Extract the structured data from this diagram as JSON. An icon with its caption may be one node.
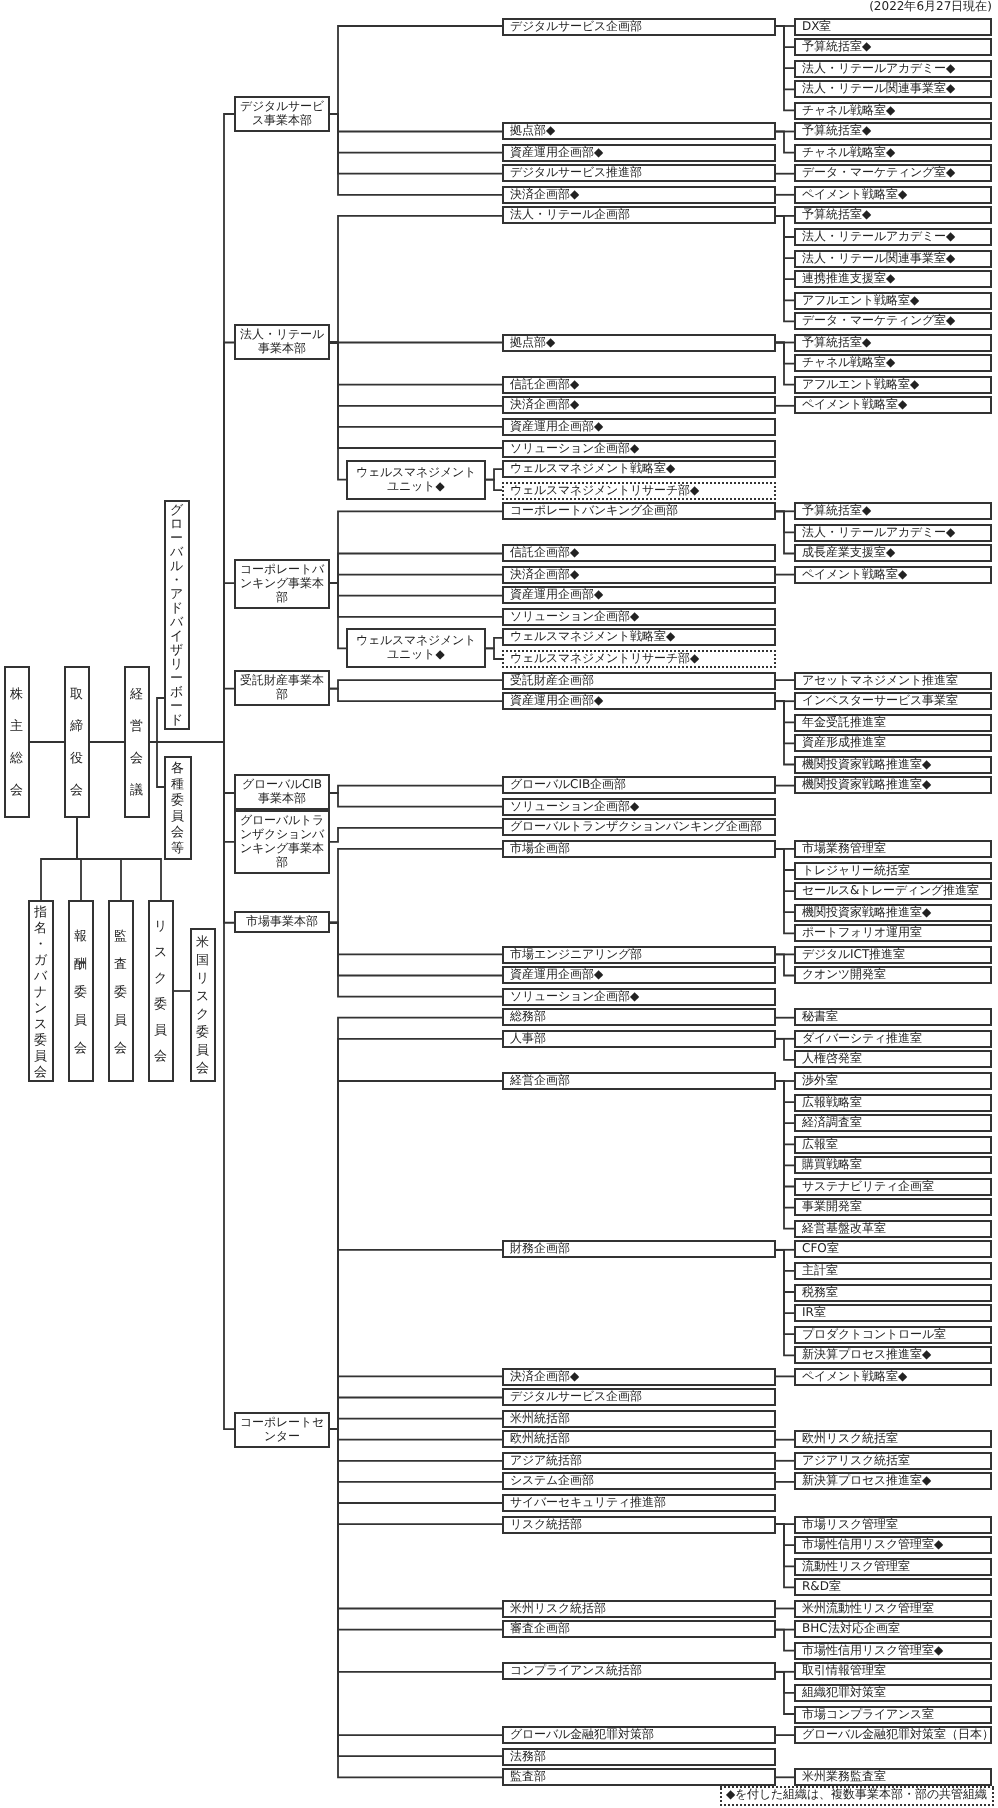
{
  "diagram": {
    "nodes": [
      {
        "text": [
          "株主総会"
        ]
      },
      {
        "text": [
          "取締役会"
        ]
      },
      {
        "text": [
          "経営会議"
        ]
      },
      {
        "text": [
          "グローバル・アドバイザリーボード"
        ]
      },
      {
        "text": [
          "各種委員会等"
        ]
      },
      {
        "text": [
          "指名・ガバナンス委員会"
        ]
      },
      {
        "text": [
          "報酬委員会"
        ]
      },
      {
        "text": [
          "監査委員会"
        ]
      },
      {
        "text": [
          "リスク委員会"
        ]
      },
      {
        "text": [
          "米国リスク委員会"
        ]
      },
      {
        "text": [
          "デジタルサービス事業本部"
        ]
      },
      {
        "text": [
          "デジタルサービス企画部"
        ]
      },
      {
        "text": [
          "DX室"
        ]
      },
      {
        "text": [
          "予算統括室◆"
        ]
      },
      {
        "text": [
          "法人・リテールアカデミー◆"
        ]
      },
      {
        "text": [
          "法人・リテール関連事業室◆"
        ]
      },
      {
        "text": [
          "チャネル戦略室◆"
        ]
      },
      {
        "text": [
          "拠点部◆"
        ]
      },
      {
        "text": [
          "予算統括室◆"
        ]
      },
      {
        "text": [
          "チャネル戦略室◆"
        ]
      },
      {
        "text": [
          "資産運用企画部◆"
        ]
      },
      {
        "text": [
          "デジタルサービス推進部"
        ]
      },
      {
        "text": [
          "データ・マーケティング室◆"
        ]
      },
      {
        "text": [
          "決済企画部◆"
        ]
      },
      {
        "text": [
          "ペイメント戦略室◆"
        ]
      },
      {
        "text": [
          "法人・リテール事業本部"
        ]
      },
      {
        "text": [
          "法人・リテール企画部"
        ]
      },
      {
        "text": [
          "予算統括室◆"
        ]
      },
      {
        "text": [
          "法人・リテールアカデミー◆"
        ]
      },
      {
        "text": [
          "法人・リテール関連事業室◆"
        ]
      },
      {
        "text": [
          "連携推進支援室◆"
        ]
      },
      {
        "text": [
          "アフルエント戦略室◆"
        ]
      },
      {
        "text": [
          "データ・マーケティング室◆"
        ]
      },
      {
        "text": [
          "拠点部◆"
        ]
      },
      {
        "text": [
          "予算統括室◆"
        ]
      },
      {
        "text": [
          "チャネル戦略室◆"
        ]
      },
      {
        "text": [
          "アフルエント戦略室◆"
        ]
      },
      {
        "text": [
          "信託企画部◆"
        ]
      },
      {
        "text": [
          "決済企画部◆"
        ]
      },
      {
        "text": [
          "ペイメント戦略室◆"
        ]
      },
      {
        "text": [
          "資産運用企画部◆"
        ]
      },
      {
        "text": [
          "ソリューション企画部◆"
        ]
      },
      {
        "text": [
          "ウェルスマネジメントユニット◆"
        ]
      },
      {
        "text": [
          "ウェルスマネジメント戦略室◆"
        ]
      },
      {
        "text": [
          "ウェルスマネジメントリサーチ部◆"
        ]
      },
      {
        "text": [
          "コーポレートバンキング事業本部"
        ]
      },
      {
        "text": [
          "コーポレートバンキング企画部"
        ]
      },
      {
        "text": [
          "予算統括室◆"
        ]
      },
      {
        "text": [
          "法人・リテールアカデミー◆"
        ]
      },
      {
        "text": [
          "成長産業支援室◆"
        ]
      },
      {
        "text": [
          "信託企画部◆"
        ]
      },
      {
        "text": [
          "決済企画部◆"
        ]
      },
      {
        "text": [
          "ペイメント戦略室◆"
        ]
      },
      {
        "text": [
          "資産運用企画部◆"
        ]
      },
      {
        "text": [
          "ソリューション企画部◆"
        ]
      },
      {
        "text": [
          "ウェルスマネジメントユニット◆"
        ]
      },
      {
        "text": [
          "ウェルスマネジメント戦略室◆"
        ]
      },
      {
        "text": [
          "ウェルスマネジメントリサーチ部◆"
        ]
      },
      {
        "text": [
          "受託財産事業本部"
        ]
      },
      {
        "text": [
          "受託財産企画部"
        ]
      },
      {
        "text": [
          "アセットマネジメント推進室"
        ]
      },
      {
        "text": [
          "資産運用企画部◆"
        ]
      },
      {
        "text": [
          "インベスターサービス事業室"
        ]
      },
      {
        "text": [
          "年金受託推進室"
        ]
      },
      {
        "text": [
          "資産形成推進室"
        ]
      },
      {
        "text": [
          "機関投資家戦略推進室◆"
        ]
      },
      {
        "text": [
          "グローバルCIB事業本部"
        ]
      },
      {
        "text": [
          "グローバルCIB企画部"
        ]
      },
      {
        "text": [
          "機関投資家戦略推進室◆"
        ]
      },
      {
        "text": [
          "ソリューション企画部◆"
        ]
      },
      {
        "text": [
          "グローバルトランザクションバンキング事業本部"
        ]
      },
      {
        "text": [
          "グローバルトランザクションバンキング企画部"
        ]
      },
      {
        "text": [
          "市場事業本部"
        ]
      },
      {
        "text": [
          "市場企画部"
        ]
      },
      {
        "text": [
          "市場業務管理室"
        ]
      },
      {
        "text": [
          "トレジャリー統括室"
        ]
      },
      {
        "text": [
          "セールス&トレーディング推進室"
        ]
      },
      {
        "text": [
          "機関投資家戦略推進室◆"
        ]
      },
      {
        "text": [
          "ポートフォリオ運用室"
        ]
      },
      {
        "text": [
          "市場エンジニアリング部"
        ]
      },
      {
        "text": [
          "デジタルICT推進室"
        ]
      },
      {
        "text": [
          "クオンツ開発室"
        ]
      },
      {
        "text": [
          "資産運用企画部◆"
        ]
      },
      {
        "text": [
          "ソリューション企画部◆"
        ]
      },
      {
        "text": [
          "コーポレートセンター"
        ]
      },
      {
        "text": [
          "総務部"
        ]
      },
      {
        "text": [
          "秘書室"
        ]
      },
      {
        "text": [
          "人事部"
        ]
      },
      {
        "text": [
          "ダイバーシティ推進室"
        ]
      },
      {
        "text": [
          "人権啓発室"
        ]
      },
      {
        "text": [
          "経営企画部"
        ]
      },
      {
        "text": [
          "渉外室"
        ]
      },
      {
        "text": [
          "広報戦略室"
        ]
      },
      {
        "text": [
          "経済調査室"
        ]
      },
      {
        "text": [
          "広報室"
        ]
      },
      {
        "text": [
          "購買戦略室"
        ]
      },
      {
        "text": [
          "サステナビリティ企画室"
        ]
      },
      {
        "text": [
          "事業開発室"
        ]
      },
      {
        "text": [
          "経営基盤改革室"
        ]
      },
      {
        "text": [
          "財務企画部"
        ]
      },
      {
        "text": [
          "CFO室"
        ]
      },
      {
        "text": [
          "主計室"
        ]
      },
      {
        "text": [
          "税務室"
        ]
      },
      {
        "text": [
          "IR室"
        ]
      },
      {
        "text": [
          "プロダクトコントロール室"
        ]
      },
      {
        "text": [
          "新決算プロセス推進室◆"
        ]
      },
      {
        "text": [
          "決済企画部◆"
        ]
      },
      {
        "text": [
          "ペイメント戦略室◆"
        ]
      },
      {
        "text": [
          "デジタルサービス企画部"
        ]
      },
      {
        "text": [
          "米州統括部"
        ]
      },
      {
        "text": [
          "欧州統括部"
        ]
      },
      {
        "text": [
          "欧州リスク統括室"
        ]
      },
      {
        "text": [
          "アジア統括部"
        ]
      },
      {
        "text": [
          "アジアリスク統括室"
        ]
      },
      {
        "text": [
          "システム企画部"
        ]
      },
      {
        "text": [
          "新決算プロセス推進室◆"
        ]
      },
      {
        "text": [
          "サイバーセキュリティ推進部"
        ]
      },
      {
        "text": [
          "リスク統括部"
        ]
      },
      {
        "text": [
          "市場リスク管理室"
        ]
      },
      {
        "text": [
          "市場性信用リスク管理室◆"
        ]
      },
      {
        "text": [
          "流動性リスク管理室"
        ]
      },
      {
        "text": [
          "R&D室"
        ]
      },
      {
        "text": [
          "米州リスク統括部"
        ]
      },
      {
        "text": [
          "米州流動性リスク管理室"
        ]
      },
      {
        "text": [
          "審査企画部"
        ]
      },
      {
        "text": [
          "BHC法対応企画室"
        ]
      },
      {
        "text": [
          "市場性信用リスク管理室◆"
        ]
      },
      {
        "text": [
          "コンプライアンス統括部"
        ]
      },
      {
        "text": [
          "取引情報管理室"
        ]
      },
      {
        "text": [
          "組織犯罪対策室"
        ]
      },
      {
        "text": [
          "市場コンプライアンス室"
        ]
      },
      {
        "text": [
          "グローバル金融犯罪対策部"
        ]
      },
      {
        "text": [
          "グローバル金融犯罪対策室（日本）"
        ]
      },
      {
        "text": [
          "法務部"
        ]
      },
      {
        "text": [
          "監査部"
        ]
      },
      {
        "text": [
          "米州業務監査室"
        ]
      }
    ],
    "edges": [
      {
        "from": 0,
        "to": 1,
        "arrow": "none"
      },
      {
        "from": 1,
        "to": 2,
        "arrow": "none"
      },
      {
        "from": 2,
        "to": 3,
        "arrow": "none"
      },
      {
        "from": 2,
        "to": 4,
        "arrow": "none"
      },
      {
        "from": 1,
        "to": 5,
        "arrow": "none"
      },
      {
        "from": 1,
        "to": 6,
        "arrow": "none"
      },
      {
        "from": 1,
        "to": 7,
        "arrow": "none"
      },
      {
        "from": 1,
        "to": 8,
        "arrow": "none"
      },
      {
        "from": 8,
        "to": 9,
        "arrow": "none"
      },
      {
        "from": 2,
        "to": 10,
        "arrow": "none"
      },
      {
        "from": 2,
        "to": 25,
        "arrow": "none"
      },
      {
        "from": 2,
        "to": 45,
        "arrow": "none"
      },
      {
        "from": 2,
        "to": 58,
        "arrow": "none"
      },
      {
        "from": 2,
        "to": 66,
        "arrow": "none"
      },
      {
        "from": 2,
        "to": 70,
        "arrow": "none"
      },
      {
        "from": 2,
        "to": 72,
        "arrow": "none"
      },
      {
        "from": 2,
        "to": 84,
        "arrow": "none"
      },
      {
        "from": 10,
        "to": 11,
        "arrow": "none"
      },
      {
        "from": 10,
        "to": 17,
        "arrow": "none"
      },
      {
        "from": 10,
        "to": 20,
        "arrow": "none"
      },
      {
        "from": 10,
        "to": 21,
        "arrow": "none"
      },
      {
        "from": 10,
        "to": 23,
        "arrow": "none"
      },
      {
        "from": 11,
        "to": 12,
        "arrow": "none"
      },
      {
        "from": 11,
        "to": 13,
        "arrow": "none"
      },
      {
        "from": 11,
        "to": 14,
        "arrow": "none"
      },
      {
        "from": 11,
        "to": 15,
        "arrow": "none"
      },
      {
        "from": 11,
        "to": 16,
        "arrow": "none"
      },
      {
        "from": 17,
        "to": 18,
        "arrow": "none"
      },
      {
        "from": 17,
        "to": 19,
        "arrow": "none"
      },
      {
        "from": 21,
        "to": 22,
        "arrow": "none"
      },
      {
        "from": 23,
        "to": 24,
        "arrow": "none"
      },
      {
        "from": 25,
        "to": 26,
        "arrow": "none"
      },
      {
        "from": 25,
        "to": 33,
        "arrow": "none"
      },
      {
        "from": 25,
        "to": 37,
        "arrow": "none"
      },
      {
        "from": 25,
        "to": 38,
        "arrow": "none"
      },
      {
        "from": 25,
        "to": 40,
        "arrow": "none"
      },
      {
        "from": 25,
        "to": 41,
        "arrow": "none"
      },
      {
        "from": 25,
        "to": 42,
        "arrow": "none"
      },
      {
        "from": 26,
        "to": 27,
        "arrow": "none"
      },
      {
        "from": 26,
        "to": 28,
        "arrow": "none"
      },
      {
        "from": 26,
        "to": 29,
        "arrow": "none"
      },
      {
        "from": 26,
        "to": 30,
        "arrow": "none"
      },
      {
        "from": 26,
        "to": 31,
        "arrow": "none"
      },
      {
        "from": 26,
        "to": 32,
        "arrow": "none"
      },
      {
        "from": 33,
        "to": 34,
        "arrow": "none"
      },
      {
        "from": 33,
        "to": 35,
        "arrow": "none"
      },
      {
        "from": 33,
        "to": 36,
        "arrow": "none"
      },
      {
        "from": 38,
        "to": 39,
        "arrow": "none"
      },
      {
        "from": 42,
        "to": 43,
        "arrow": "none"
      },
      {
        "from": 42,
        "to": 44,
        "arrow": "none"
      },
      {
        "from": 45,
        "to": 46,
        "arrow": "none"
      },
      {
        "from": 45,
        "to": 50,
        "arrow": "none"
      },
      {
        "from": 45,
        "to": 51,
        "arrow": "none"
      },
      {
        "from": 45,
        "to": 53,
        "arrow": "none"
      },
      {
        "from": 45,
        "to": 54,
        "arrow": "none"
      },
      {
        "from": 45,
        "to": 55,
        "arrow": "none"
      },
      {
        "from": 46,
        "to": 47,
        "arrow": "none"
      },
      {
        "from": 46,
        "to": 48,
        "arrow": "none"
      },
      {
        "from": 46,
        "to": 49,
        "arrow": "none"
      },
      {
        "from": 51,
        "to": 52,
        "arrow": "none"
      },
      {
        "from": 55,
        "to": 56,
        "arrow": "none"
      },
      {
        "from": 55,
        "to": 57,
        "arrow": "none"
      },
      {
        "from": 58,
        "to": 59,
        "arrow": "none"
      },
      {
        "from": 58,
        "to": 61,
        "arrow": "none"
      },
      {
        "from": 59,
        "to": 60,
        "arrow": "none"
      },
      {
        "from": 61,
        "to": 62,
        "arrow": "none"
      },
      {
        "from": 61,
        "to": 63,
        "arrow": "none"
      },
      {
        "from": 61,
        "to": 64,
        "arrow": "none"
      },
      {
        "from": 61,
        "to": 65,
        "arrow": "none"
      },
      {
        "from": 66,
        "to": 67,
        "arrow": "none"
      },
      {
        "from": 66,
        "to": 69,
        "arrow": "none"
      },
      {
        "from": 67,
        "to": 68,
        "arrow": "none"
      },
      {
        "from": 70,
        "to": 71,
        "arrow": "none"
      },
      {
        "from": 72,
        "to": 73,
        "arrow": "none"
      },
      {
        "from": 72,
        "to": 79,
        "arrow": "none"
      },
      {
        "from": 72,
        "to": 82,
        "arrow": "none"
      },
      {
        "from": 72,
        "to": 83,
        "arrow": "none"
      },
      {
        "from": 73,
        "to": 74,
        "arrow": "none"
      },
      {
        "from": 73,
        "to": 75,
        "arrow": "none"
      },
      {
        "from": 73,
        "to": 76,
        "arrow": "none"
      },
      {
        "from": 73,
        "to": 77,
        "arrow": "none"
      },
      {
        "from": 73,
        "to": 78,
        "arrow": "none"
      },
      {
        "from": 79,
        "to": 80,
        "arrow": "none"
      },
      {
        "from": 79,
        "to": 81,
        "arrow": "none"
      },
      {
        "from": 84,
        "to": 85,
        "arrow": "none"
      },
      {
        "from": 84,
        "to": 87,
        "arrow": "none"
      },
      {
        "from": 84,
        "to": 90,
        "arrow": "none"
      },
      {
        "from": 84,
        "to": 99,
        "arrow": "none"
      },
      {
        "from": 84,
        "to": 106,
        "arrow": "none"
      },
      {
        "from": 84,
        "to": 108,
        "arrow": "none"
      },
      {
        "from": 84,
        "to": 109,
        "arrow": "none"
      },
      {
        "from": 84,
        "to": 110,
        "arrow": "none"
      },
      {
        "from": 84,
        "to": 112,
        "arrow": "none"
      },
      {
        "from": 84,
        "to": 114,
        "arrow": "none"
      },
      {
        "from": 84,
        "to": 116,
        "arrow": "none"
      },
      {
        "from": 84,
        "to": 117,
        "arrow": "none"
      },
      {
        "from": 84,
        "to": 122,
        "arrow": "none"
      },
      {
        "from": 84,
        "to": 124,
        "arrow": "none"
      },
      {
        "from": 84,
        "to": 127,
        "arrow": "none"
      },
      {
        "from": 84,
        "to": 131,
        "arrow": "none"
      },
      {
        "from": 84,
        "to": 133,
        "arrow": "none"
      },
      {
        "from": 84,
        "to": 134,
        "arrow": "none"
      },
      {
        "from": 85,
        "to": 86,
        "arrow": "none"
      },
      {
        "from": 87,
        "to": 88,
        "arrow": "none"
      },
      {
        "from": 87,
        "to": 89,
        "arrow": "none"
      },
      {
        "from": 90,
        "to": 91,
        "arrow": "none"
      },
      {
        "from": 90,
        "to": 92,
        "arrow": "none"
      },
      {
        "from": 90,
        "to": 93,
        "arrow": "none"
      },
      {
        "from": 90,
        "to": 94,
        "arrow": "none"
      },
      {
        "from": 90,
        "to": 95,
        "arrow": "none"
      },
      {
        "from": 90,
        "to": 96,
        "arrow": "none"
      },
      {
        "from": 90,
        "to": 97,
        "arrow": "none"
      },
      {
        "from": 90,
        "to": 98,
        "arrow": "none"
      },
      {
        "from": 99,
        "to": 100,
        "arrow": "none"
      },
      {
        "from": 99,
        "to": 101,
        "arrow": "none"
      },
      {
        "from": 99,
        "to": 102,
        "arrow": "none"
      },
      {
        "from": 99,
        "to": 103,
        "arrow": "none"
      },
      {
        "from": 99,
        "to": 104,
        "arrow": "none"
      },
      {
        "from": 99,
        "to": 105,
        "arrow": "none"
      },
      {
        "from": 106,
        "to": 107,
        "arrow": "none"
      },
      {
        "from": 110,
        "to": 111,
        "arrow": "none"
      },
      {
        "from": 112,
        "to": 113,
        "arrow": "none"
      },
      {
        "from": 114,
        "to": 115,
        "arrow": "none"
      },
      {
        "from": 117,
        "to": 118,
        "arrow": "none"
      },
      {
        "from": 117,
        "to": 119,
        "arrow": "none"
      },
      {
        "from": 117,
        "to": 120,
        "arrow": "none"
      },
      {
        "from": 117,
        "to": 121,
        "arrow": "none"
      },
      {
        "from": 122,
        "to": 123,
        "arrow": "none"
      },
      {
        "from": 124,
        "to": 125,
        "arrow": "none"
      },
      {
        "from": 124,
        "to": 126,
        "arrow": "none"
      },
      {
        "from": 127,
        "to": 128,
        "arrow": "none"
      },
      {
        "from": 127,
        "to": 129,
        "arrow": "none"
      },
      {
        "from": 127,
        "to": 130,
        "arrow": "none"
      },
      {
        "from": 131,
        "to": 132,
        "arrow": "none"
      },
      {
        "from": 134,
        "to": 135,
        "arrow": "none"
      }
    ],
    "labels": [
      "(2022年6月27日現在)",
      "◆を付した組織は、複数事業本部・部の共管組織"
    ]
  }
}
